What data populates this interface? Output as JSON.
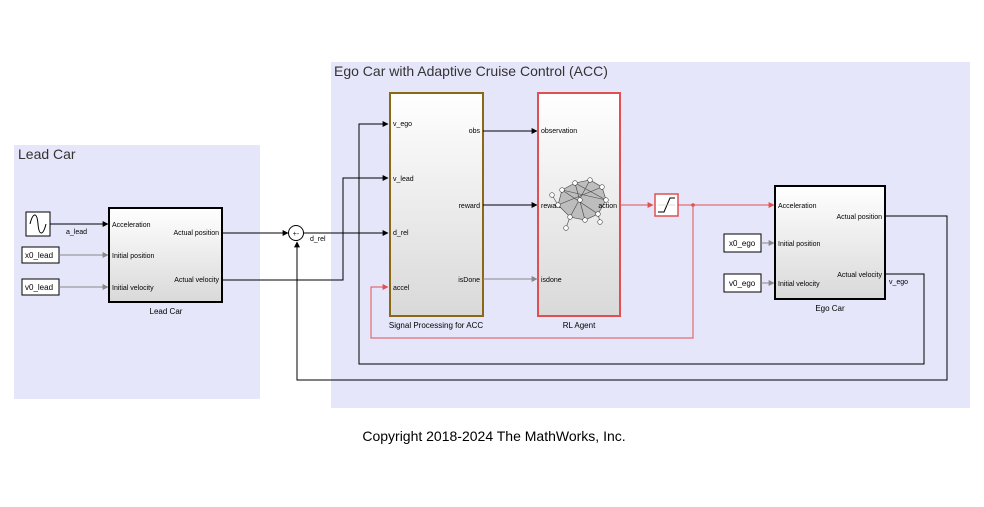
{
  "areas": {
    "lead": {
      "title": "Lead Car"
    },
    "ego": {
      "title": "Ego Car with Adaptive Cruise Control (ACC)"
    }
  },
  "blocks": {
    "lead_car": {
      "label": "Lead Car",
      "inputs": [
        "Acceleration",
        "Initial position",
        "Initial velocity"
      ],
      "outputs": [
        "Actual position",
        "Actual velocity"
      ]
    },
    "signal_processing": {
      "label": "Signal Processing for ACC",
      "inputs": [
        "v_ego",
        "v_lead",
        "d_rel",
        "accel"
      ],
      "outputs": [
        "obs",
        "reward",
        "isDone"
      ]
    },
    "rl_agent": {
      "label": "RL Agent",
      "inputs": [
        "observation",
        "reward",
        "isdone"
      ],
      "outputs": [
        "action"
      ]
    },
    "ego_car": {
      "label": "Ego Car",
      "inputs": [
        "Acceleration",
        "Initial position",
        "Initial velocity"
      ],
      "outputs": [
        "Actual position",
        "Actual velocity"
      ]
    },
    "constants": {
      "x0_lead": "x0_lead",
      "v0_lead": "v0_lead",
      "x0_ego": "x0_ego",
      "v0_ego": "v0_ego"
    },
    "sum_signs": "+-"
  },
  "signals": {
    "a_lead": "a_lead",
    "d_rel": "d_rel",
    "v_ego": "v_ego"
  },
  "icons": [
    "sine-wave-icon",
    "saturation-icon",
    "neural-network-icon",
    "sum-icon"
  ],
  "colors": {
    "area_fill": "#e6e6fa",
    "signal_line": "#000000",
    "feedback_line": "#e05050",
    "rl_agent_border": "#e05050",
    "signal_processing_border": "#8b6914",
    "area_title": "#333333"
  },
  "footer": {
    "copyright": "Copyright 2018-2024 The MathWorks, Inc."
  }
}
